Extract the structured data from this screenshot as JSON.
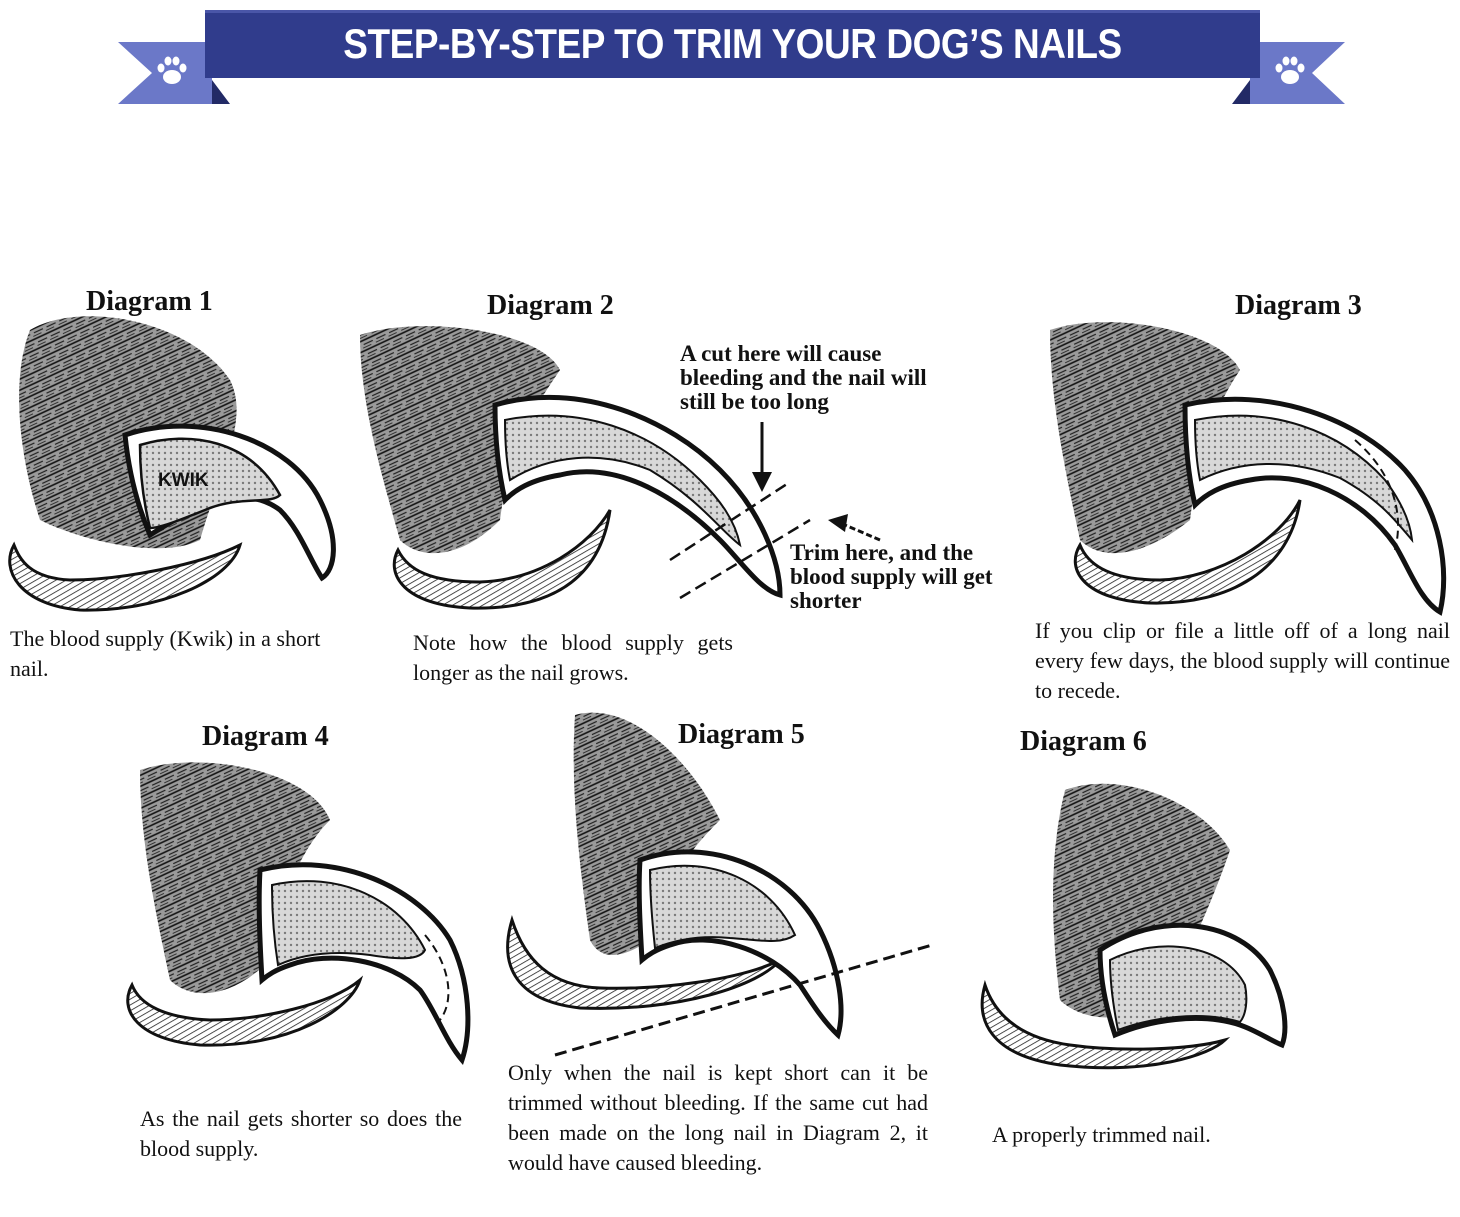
{
  "banner": {
    "title": "STEP-BY-STEP TO TRIM YOUR DOG’S NAILS",
    "colors": {
      "main": "#303c8c",
      "ribbon": "#6b78c8",
      "ribbon_dark": "#222a66"
    }
  },
  "diagrams": [
    {
      "title": "Diagram 1",
      "caption": "The blood supply (Kwik) in a short nail.",
      "label": "KWIK"
    },
    {
      "title": "Diagram 2",
      "caption": "Note how the blood supply gets longer as the nail grows.",
      "note_top": "A cut here will cause bleeding and the nail will still be too long",
      "note_bottom": "Trim here, and the blood supply will get shorter"
    },
    {
      "title": "Diagram 3",
      "caption": "If you clip or file a little off of a long nail every few days, the blood supply will continue to recede."
    },
    {
      "title": "Diagram 4",
      "caption": "As the nail gets shorter so does the blood supply."
    },
    {
      "title": "Diagram 5",
      "caption": "Only when the nail is kept short can it be trimmed without bleeding. If the same cut had been made on the long nail in Diagram 2, it would have caused bleeding."
    },
    {
      "title": "Diagram 6",
      "caption": "A properly trimmed nail."
    }
  ]
}
